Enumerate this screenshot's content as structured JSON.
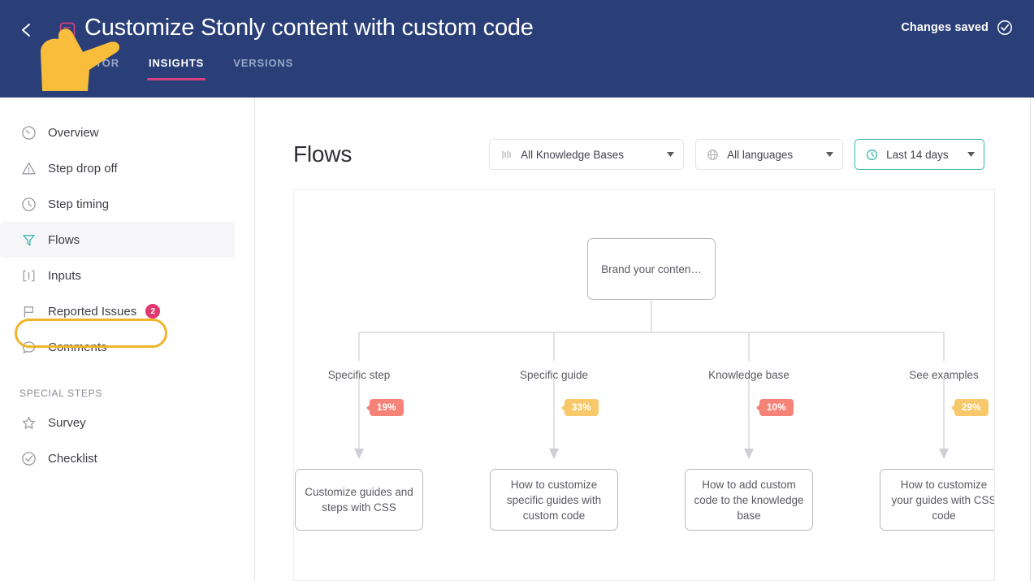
{
  "header": {
    "back_icon": "chevron-left-icon",
    "guide_icon": "guide-square-icon",
    "title": "Customize Stonly content with custom code",
    "saved_label": "Changes saved",
    "saved_icon": "check-circle-icon",
    "navy": "#2a3f77",
    "accent_pink": "#d6407f",
    "tabs": [
      {
        "label": "EDITOR",
        "active": false
      },
      {
        "label": "INSIGHTS",
        "active": true
      },
      {
        "label": "VERSIONS",
        "active": false
      }
    ]
  },
  "sidebar": {
    "items": [
      {
        "label": "Overview",
        "icon": "gauge-icon",
        "selected": false,
        "badge": ""
      },
      {
        "label": "Step drop off",
        "icon": "warning-triangle-icon",
        "selected": false,
        "badge": ""
      },
      {
        "label": "Step timing",
        "icon": "clock-icon",
        "selected": false,
        "badge": ""
      },
      {
        "label": "Flows",
        "icon": "funnel-icon",
        "selected": true,
        "badge": ""
      },
      {
        "label": "Inputs",
        "icon": "brackets-icon",
        "selected": false,
        "badge": ""
      },
      {
        "label": "Reported Issues",
        "icon": "flag-icon",
        "selected": false,
        "badge": "2"
      },
      {
        "label": "Comments",
        "icon": "comment-icon",
        "selected": false,
        "badge": ""
      }
    ],
    "section_label": "SPECIAL STEPS",
    "special_items": [
      {
        "label": "Survey",
        "icon": "star-icon"
      },
      {
        "label": "Checklist",
        "icon": "check-circle-icon"
      }
    ],
    "highlight_color": "#f0b429",
    "badge_color": "#e0386f"
  },
  "main": {
    "page_title": "Flows",
    "filters": [
      {
        "label": "All Knowledge Bases",
        "icon": "knowledge-base-icon",
        "caret": "chevron-down-icon",
        "active": false
      },
      {
        "label": "All languages",
        "icon": "globe-icon",
        "caret": "chevron-down-icon",
        "active": false
      },
      {
        "label": "Last 14 days",
        "icon": "clock-icon",
        "caret": "chevron-down-icon",
        "active": true
      }
    ],
    "active_filter_color": "#35b6ac"
  },
  "chart_data": {
    "type": "diagram",
    "title": "Flows",
    "root": {
      "label": "Brand your conten…"
    },
    "branches": [
      {
        "label": "Specific step",
        "percent": "19%",
        "percent_value": 19,
        "color": "#f58377",
        "target": "Customize guides and steps with CSS"
      },
      {
        "label": "Specific guide",
        "percent": "33%",
        "percent_value": 33,
        "color": "#f7c96b",
        "target": "How to customize specific guides with custom code"
      },
      {
        "label": "Knowledge base",
        "percent": "10%",
        "percent_value": 10,
        "color": "#f58377",
        "target": "How to add custom code to the knowledge base"
      },
      {
        "label": "See examples",
        "percent": "29%",
        "percent_value": 29,
        "color": "#f7c96b",
        "target": "How to customize your guides with CSS code"
      }
    ]
  }
}
